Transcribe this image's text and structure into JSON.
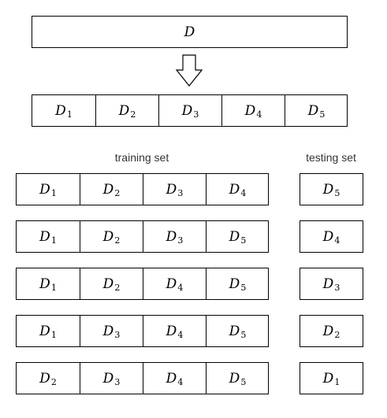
{
  "dataset": {
    "symbol": "D"
  },
  "folds": [
    {
      "sym": "D",
      "sub": "1"
    },
    {
      "sym": "D",
      "sub": "2"
    },
    {
      "sym": "D",
      "sub": "3"
    },
    {
      "sym": "D",
      "sub": "4"
    },
    {
      "sym": "D",
      "sub": "5"
    }
  ],
  "labels": {
    "training": "training set",
    "testing": "testing set"
  },
  "splits": [
    {
      "train": [
        {
          "sym": "D",
          "sub": "1"
        },
        {
          "sym": "D",
          "sub": "2"
        },
        {
          "sym": "D",
          "sub": "3"
        },
        {
          "sym": "D",
          "sub": "4"
        }
      ],
      "test": {
        "sym": "D",
        "sub": "5"
      }
    },
    {
      "train": [
        {
          "sym": "D",
          "sub": "1"
        },
        {
          "sym": "D",
          "sub": "2"
        },
        {
          "sym": "D",
          "sub": "3"
        },
        {
          "sym": "D",
          "sub": "5"
        }
      ],
      "test": {
        "sym": "D",
        "sub": "4"
      }
    },
    {
      "train": [
        {
          "sym": "D",
          "sub": "1"
        },
        {
          "sym": "D",
          "sub": "2"
        },
        {
          "sym": "D",
          "sub": "4"
        },
        {
          "sym": "D",
          "sub": "5"
        }
      ],
      "test": {
        "sym": "D",
        "sub": "3"
      }
    },
    {
      "train": [
        {
          "sym": "D",
          "sub": "1"
        },
        {
          "sym": "D",
          "sub": "3"
        },
        {
          "sym": "D",
          "sub": "4"
        },
        {
          "sym": "D",
          "sub": "5"
        }
      ],
      "test": {
        "sym": "D",
        "sub": "2"
      }
    },
    {
      "train": [
        {
          "sym": "D",
          "sub": "2"
        },
        {
          "sym": "D",
          "sub": "3"
        },
        {
          "sym": "D",
          "sub": "4"
        },
        {
          "sym": "D",
          "sub": "5"
        }
      ],
      "test": {
        "sym": "D",
        "sub": "1"
      }
    }
  ]
}
